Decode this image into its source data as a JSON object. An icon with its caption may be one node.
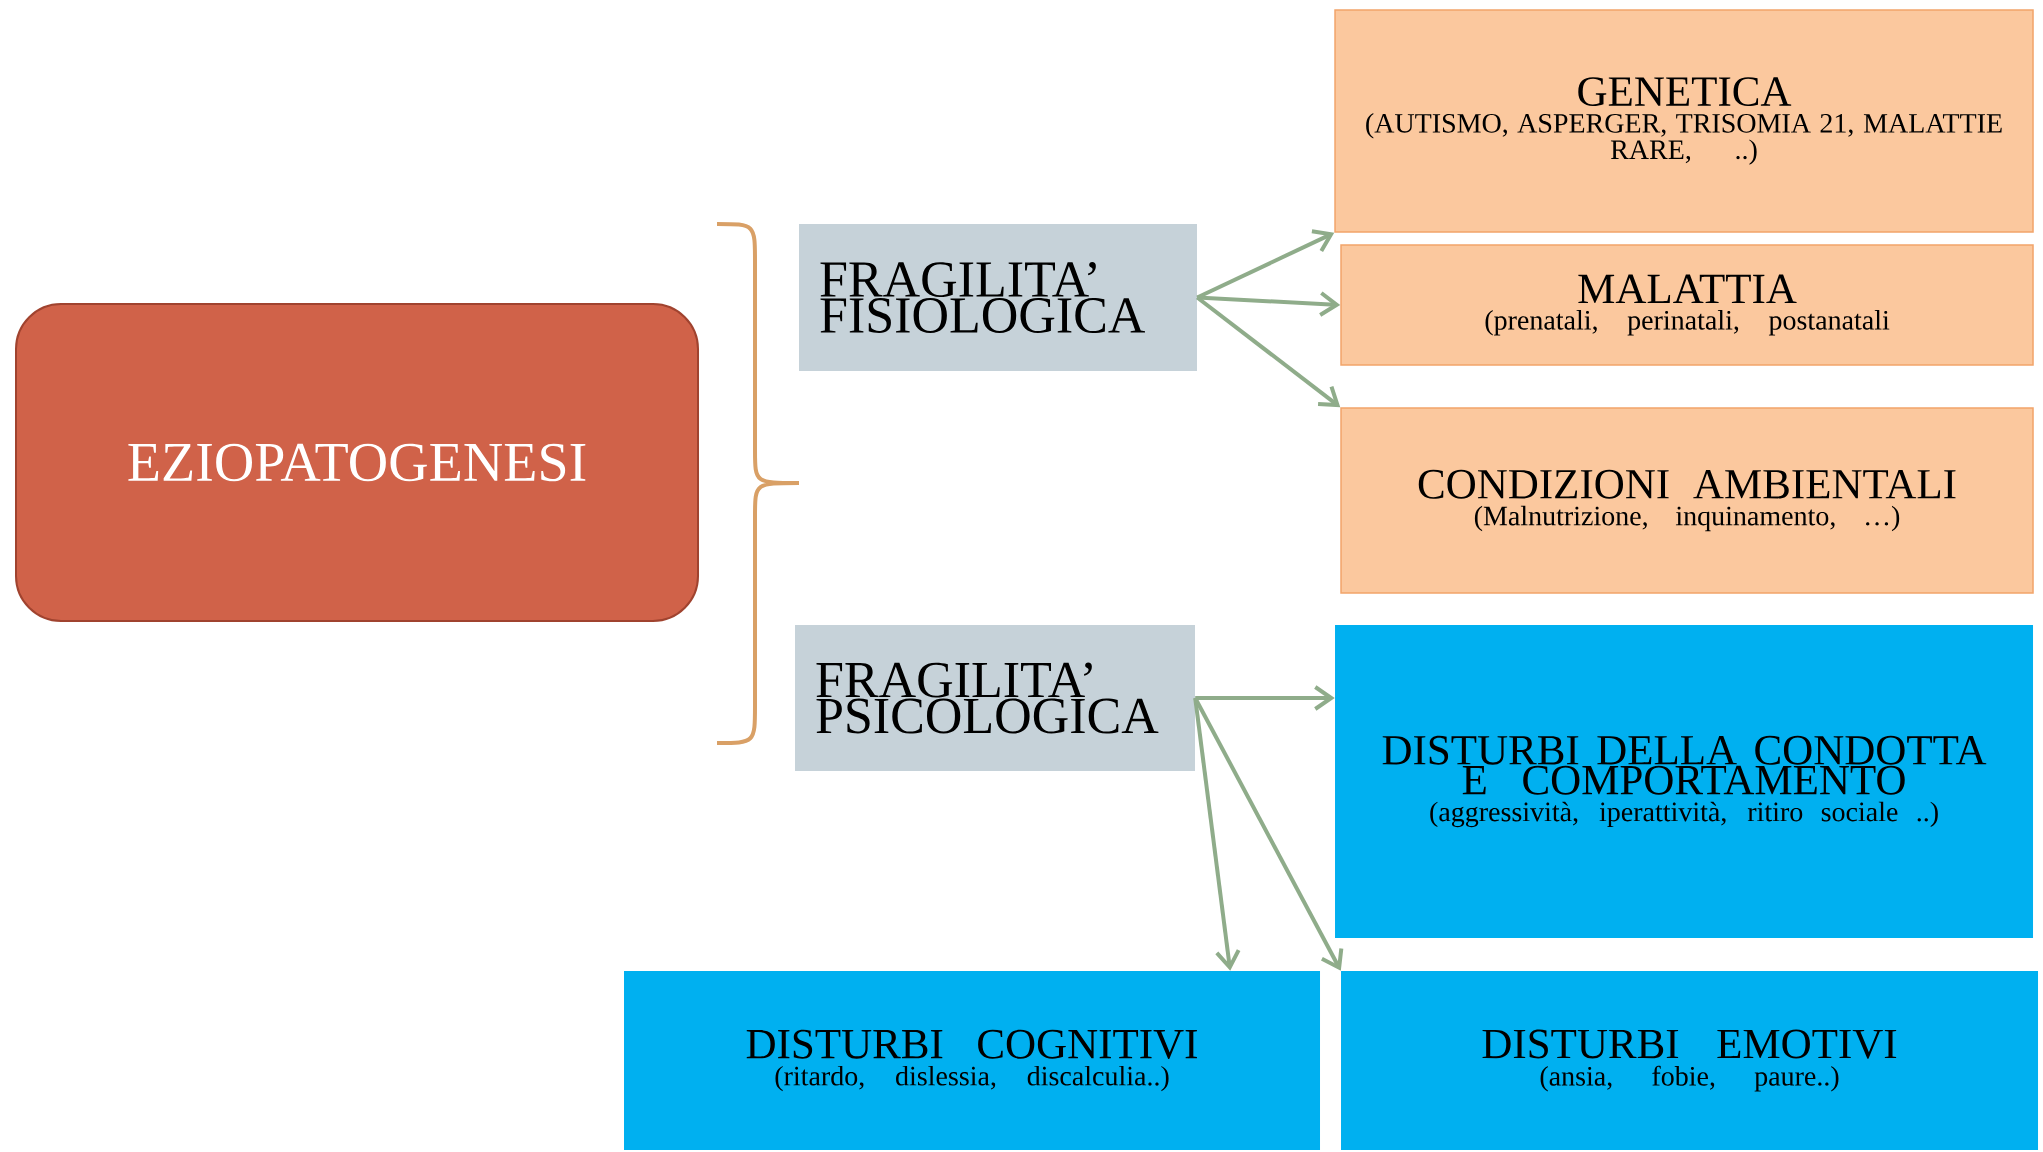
{
  "diagram": {
    "nodes": [
      {
        "text": [
          "EZIOPATOGENESI"
        ]
      },
      {
        "text": [
          "FRAGILITA’ FISIOLOGICA"
        ]
      },
      {
        "text": [
          "FRAGILITA’ PSICOLOGICA"
        ]
      },
      {
        "text": [
          "GENETICA",
          "(AUTISMO, ASPERGER, TRISOMIA 21, MALATTIE RARE, ..)"
        ]
      },
      {
        "text": [
          "MALATTIA",
          "(prenatali, perinatali, postanatali"
        ]
      },
      {
        "text": [
          "CONDIZIONI AMBIENTALI",
          "(Malnutrizione, inquinamento, …)"
        ]
      },
      {
        "text": [
          "DISTURBI DELLA CONDOTTA E COMPORTAMENTO",
          "(aggressività, iperattività, ritiro sociale ..)"
        ]
      },
      {
        "text": [
          "DISTURBI COGNITIVI",
          "(ritardo, dislessia, discalculia..)"
        ]
      },
      {
        "text": [
          "DISTURBI EMOTIVI",
          "(ansia, fobie, paure..)"
        ]
      }
    ],
    "edges": [
      {
        "from": 1,
        "to": 3,
        "arrow": "to"
      },
      {
        "from": 1,
        "to": 4,
        "arrow": "to"
      },
      {
        "from": 1,
        "to": 5,
        "arrow": "to"
      },
      {
        "from": 2,
        "to": 6,
        "arrow": "to"
      },
      {
        "from": 2,
        "to": 7,
        "arrow": "to"
      },
      {
        "from": 2,
        "to": 8,
        "arrow": "to"
      }
    ]
  }
}
